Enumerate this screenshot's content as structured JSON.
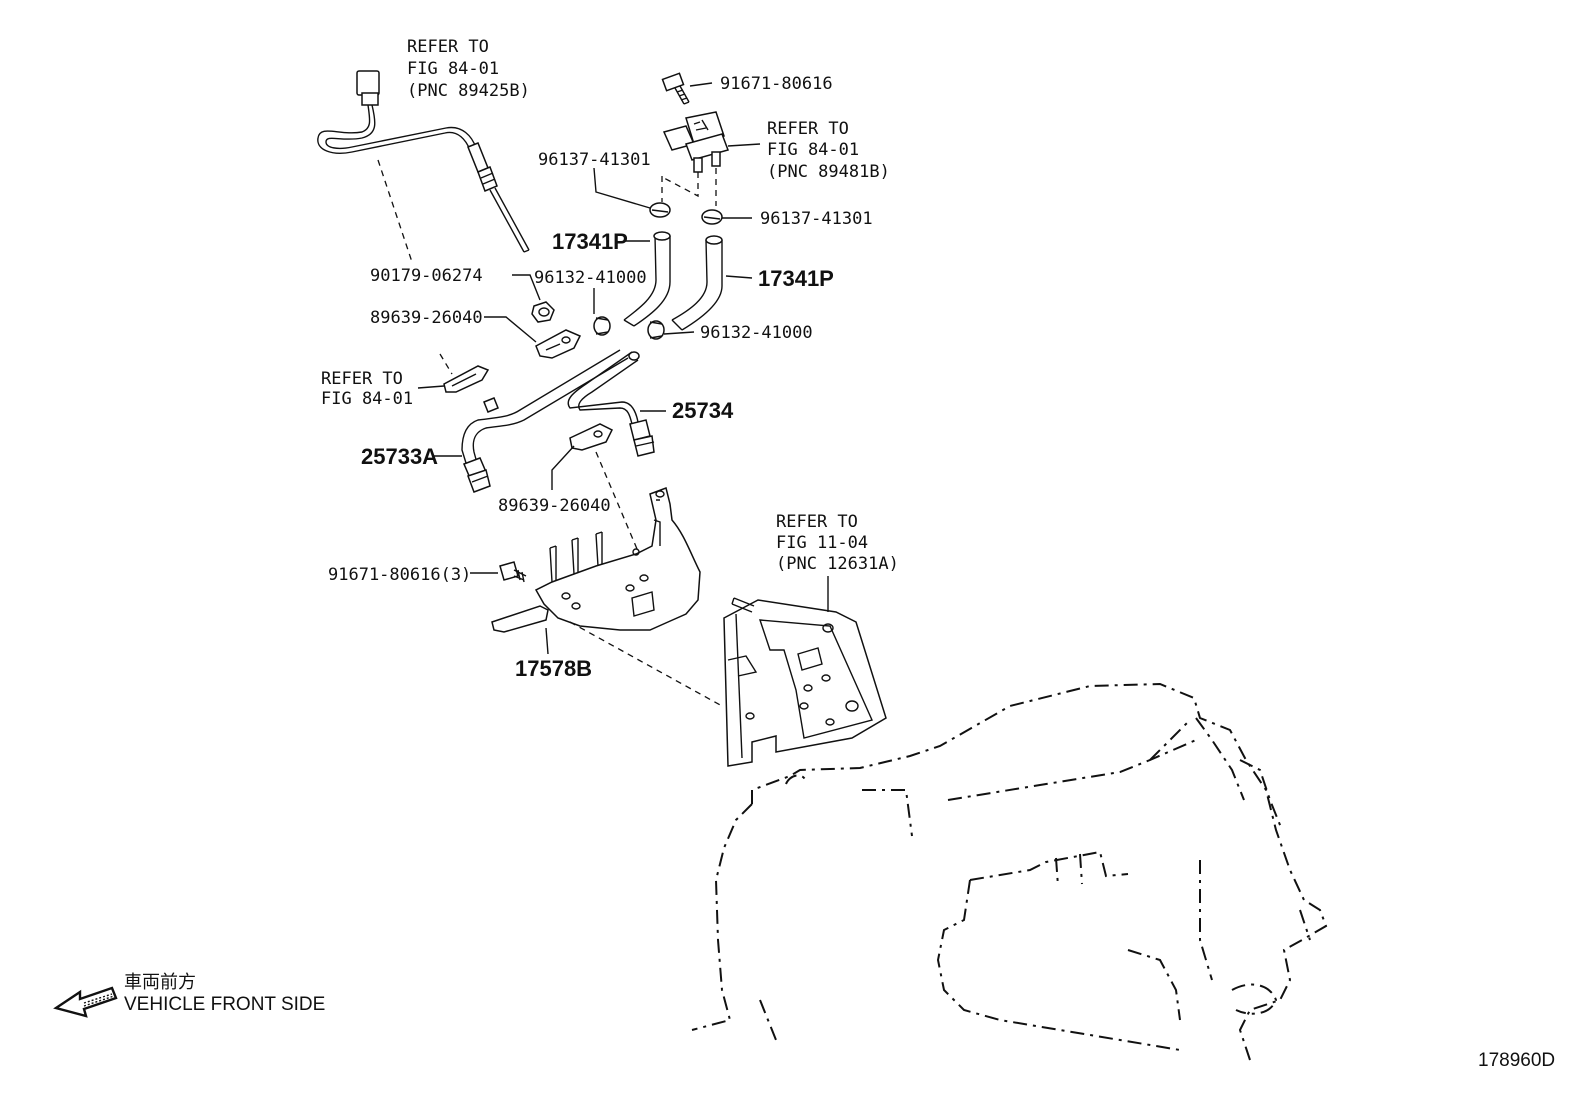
{
  "refs": {
    "sensor_refer_l1": "REFER TO",
    "sensor_refer_l2": "FIG 84-01",
    "sensor_refer_l3": "(PNC 89425B)",
    "pressure_refer_l1": "REFER TO",
    "pressure_refer_l2": "FIG 84-01",
    "pressure_refer_l3": "(PNC 89481B)",
    "clamp_refer_l1": "REFER TO",
    "clamp_refer_l2": "FIG 84-01",
    "engine_refer_l1": "REFER TO",
    "engine_refer_l2": "FIG 11-04",
    "engine_refer_l3": "(PNC 12631A)"
  },
  "parts": {
    "bolt_top": "91671-80616",
    "clip_left": "96137-41301",
    "clip_right": "96137-41301",
    "hose_left": "17341P",
    "hose_right": "17341P",
    "hose_clamp_left": "96132-41000",
    "hose_clamp_right": "96132-41000",
    "nut": "90179-06274",
    "clamp_upper": "89639-26040",
    "pipe_right": "25734",
    "pipe_left": "25733A",
    "clamp_lower": "89639-26040",
    "bolt_bracket": "91671-80616(3)",
    "bracket": "17578B"
  },
  "legend": {
    "jp": "車両前方",
    "en": "VEHICLE FRONT SIDE"
  },
  "figure_id": "178960D"
}
